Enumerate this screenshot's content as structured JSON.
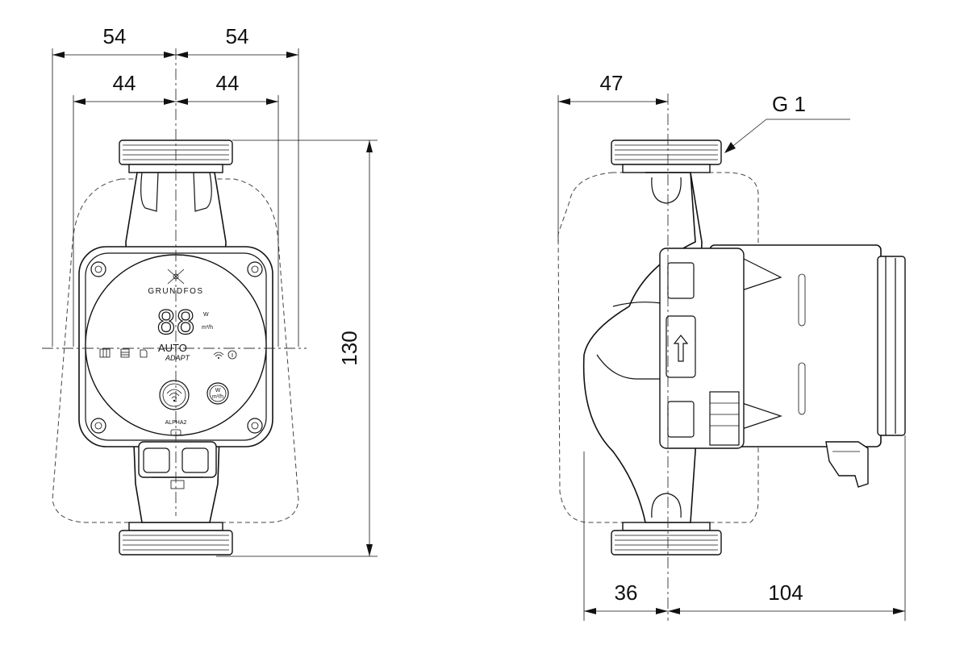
{
  "front_view": {
    "dim_outer_left": "54",
    "dim_outer_right": "54",
    "dim_inner_left": "44",
    "dim_inner_right": "44",
    "dim_height": "130",
    "control_panel": {
      "brand": "GRUNDFOS",
      "display": "88",
      "unit_power": "W",
      "unit_flow": "m³/h",
      "mode_auto": "AUTO",
      "mode_adapt": "ADAPT",
      "button_label_line1": "W",
      "button_label_line2": "m³/h",
      "model": "ALPHA2"
    }
  },
  "side_view": {
    "dim_top": "47",
    "thread_label": "G 1",
    "dim_bottom_left": "36",
    "dim_bottom_right": "104"
  }
}
